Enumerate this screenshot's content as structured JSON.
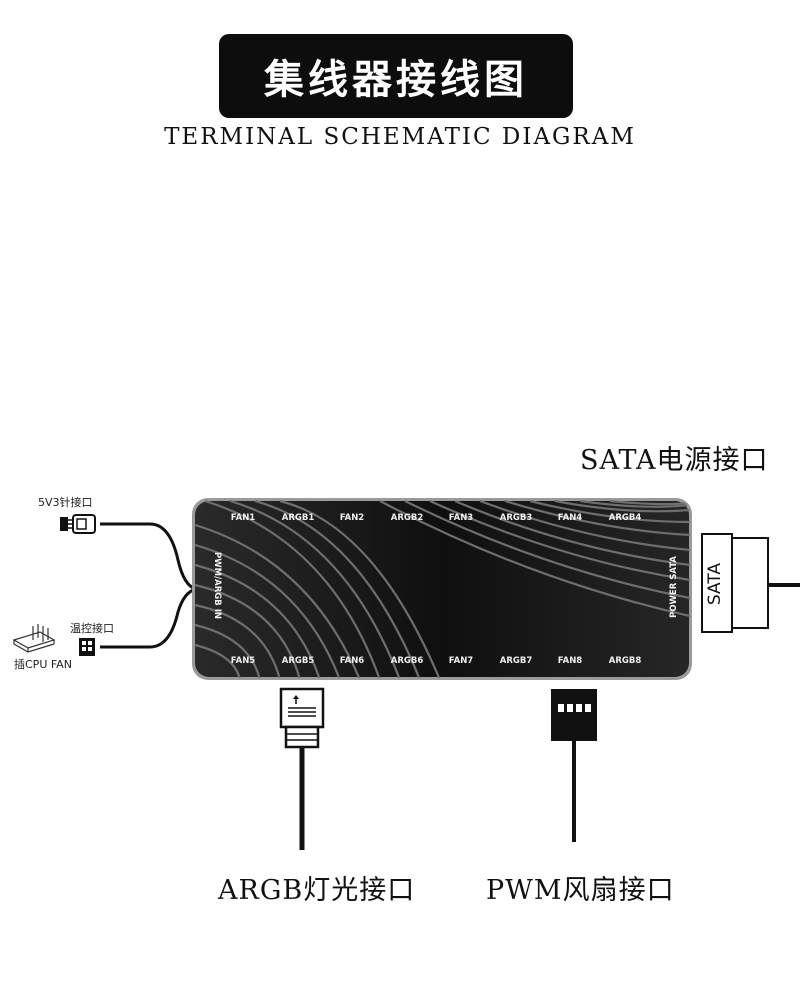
{
  "title": "集线器接线图",
  "subtitle": "TERMINAL SCHEMATIC DIAGRAM",
  "labels": {
    "sata_power": "SATA电源接口",
    "argb_port": "ARGB灯光接口",
    "pwm_port": "PWM风扇接口",
    "v5_3pin": "5V3针接口",
    "temp_control": "温控接口",
    "cpu_fan": "插CPU FAN"
  },
  "hub": {
    "top_ports": [
      "FAN1",
      "ARGB1",
      "FAN2",
      "ARGB2",
      "FAN3",
      "ARGB3",
      "FAN4",
      "ARGB4"
    ],
    "bottom_ports": [
      "FAN5",
      "ARGB5",
      "FAN6",
      "ARGB6",
      "FAN7",
      "ARGB7",
      "FAN8",
      "ARGB8"
    ],
    "left_label": "PWM/ARGB IN",
    "right_label": "POWER SATA"
  },
  "sata_connector_label": "SATA",
  "colors": {
    "hub_body": "#1c1c1c",
    "hub_border": "#8a8a8a",
    "cable": "#111111",
    "title_bg": "#0d0d0d"
  }
}
